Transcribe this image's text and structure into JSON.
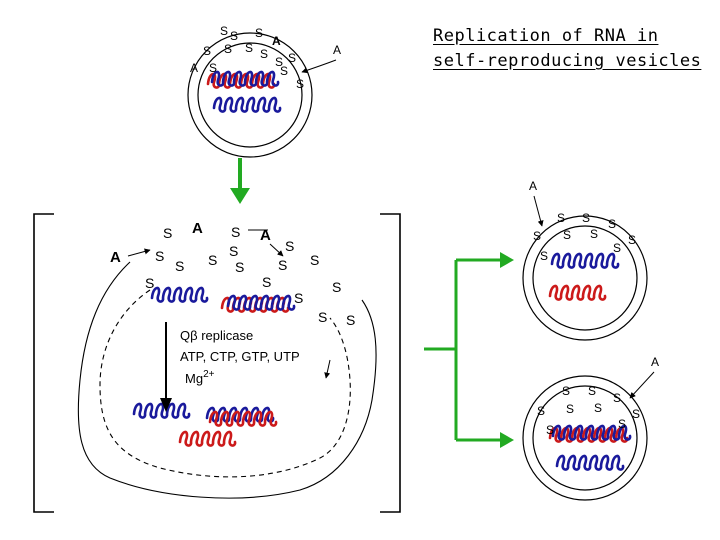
{
  "title": {
    "line1": "Replication of RNA in",
    "line2": "self-reproducing vesicles"
  },
  "labels": {
    "S": "S",
    "A": "A",
    "enzyme": "Qβ replicase",
    "nucleotides": "ATP, CTP, GTP, UTP",
    "magnesium": "Mg",
    "magnesium_charge": "2+"
  },
  "colors": {
    "rna_blue": "#1a1a9c",
    "rna_red": "#cc1a1a",
    "arrow_green": "#22aa22",
    "ink": "#000000"
  },
  "icons": {
    "rna_strand": "squiggle",
    "process_arrow": "arrow"
  }
}
